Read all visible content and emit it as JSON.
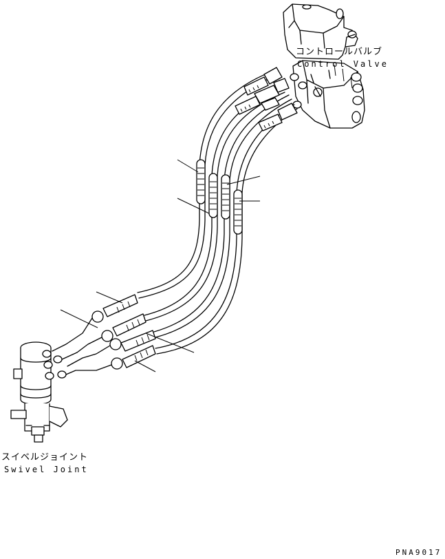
{
  "labels": {
    "control_valve_jp": "コントロールバルブ",
    "control_valve_en": "Control Valve",
    "swivel_joint_jp": "スイベルジョイント",
    "swivel_joint_en": "Swivel Joint",
    "drawing_code": "PNA9017"
  },
  "colors": {
    "line": "#000000",
    "background": "#ffffff"
  }
}
